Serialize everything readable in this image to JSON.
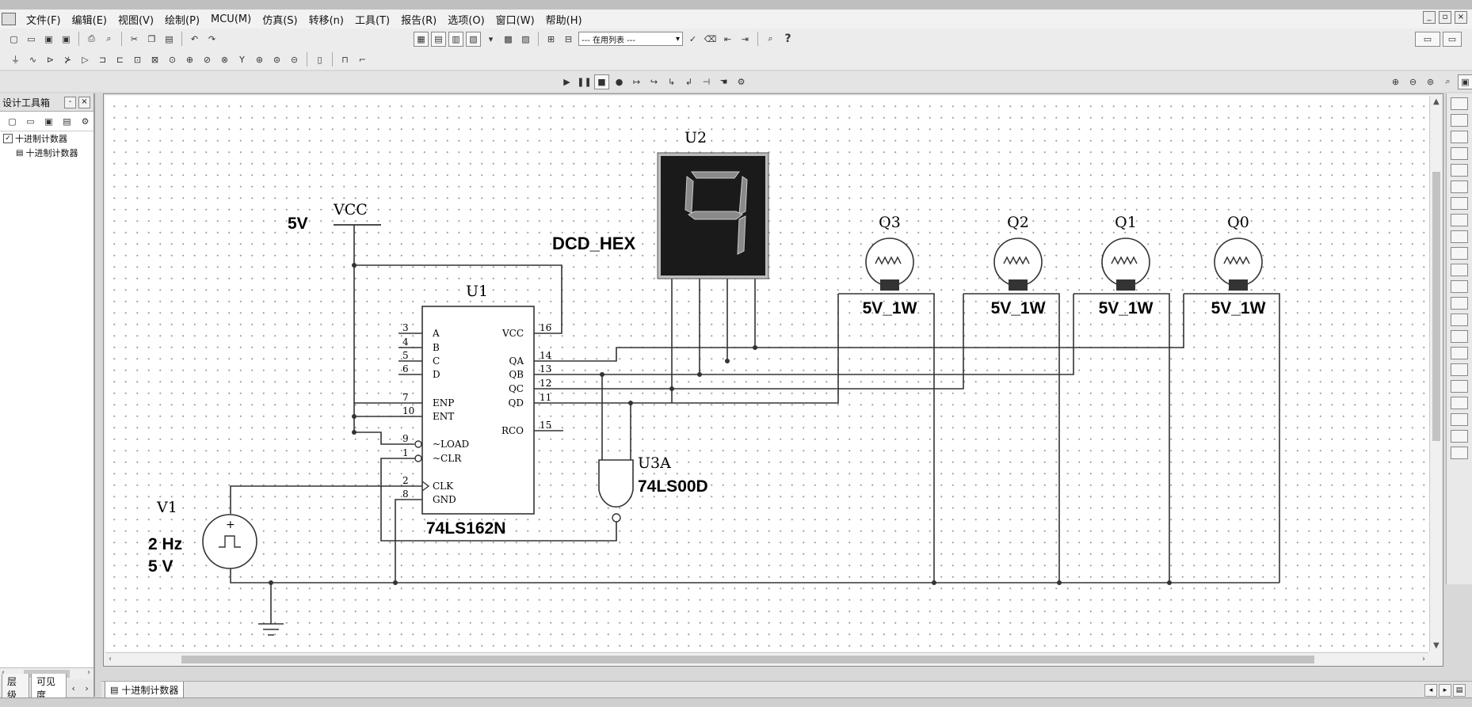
{
  "menu": {
    "items": [
      "文件(F)",
      "编辑(E)",
      "视图(V)",
      "绘制(P)",
      "MCU(M)",
      "仿真(S)",
      "转移(n)",
      "工具(T)",
      "报告(R)",
      "选项(O)",
      "窗口(W)",
      "帮助(H)"
    ]
  },
  "toolbar": {
    "dropdown_value": "--- 在用列表 ---",
    "help_label": "?"
  },
  "left_panel": {
    "title": "设计工具箱",
    "tree_root": "十进制计数器",
    "tree_child": "十进制计数器",
    "tab_hierarchy": "层级",
    "tab_visibility": "可见度"
  },
  "sheet_tab": "十进制计数器",
  "schematic": {
    "supply_value": "5V",
    "supply_name": "VCC",
    "display_ref": "U2",
    "display_model": "DCD_HEX",
    "display_digit": "9",
    "counter_ref": "U1",
    "counter_model": "74LS162N",
    "counter_pins_left": [
      {
        "num": "3",
        "name": "A"
      },
      {
        "num": "4",
        "name": "B"
      },
      {
        "num": "5",
        "name": "C"
      },
      {
        "num": "6",
        "name": "D"
      },
      {
        "num": "7",
        "name": "ENP"
      },
      {
        "num": "10",
        "name": "ENT"
      },
      {
        "num": "9",
        "name": "~LOAD"
      },
      {
        "num": "1",
        "name": "~CLR"
      },
      {
        "num": "2",
        "name": "CLK"
      },
      {
        "num": "8",
        "name": "GND"
      }
    ],
    "counter_pins_right": [
      {
        "num": "16",
        "name": "VCC"
      },
      {
        "num": "14",
        "name": "QA"
      },
      {
        "num": "13",
        "name": "QB"
      },
      {
        "num": "12",
        "name": "QC"
      },
      {
        "num": "11",
        "name": "QD"
      },
      {
        "num": "15",
        "name": "RCO"
      }
    ],
    "gate_ref": "U3A",
    "gate_model": "74LS00D",
    "source_ref": "V1",
    "source_freq": "2 Hz",
    "source_amp": "5 V",
    "source_plus": "+",
    "lamps": [
      {
        "ref": "Q3",
        "value": "5V_1W"
      },
      {
        "ref": "Q2",
        "value": "5V_1W"
      },
      {
        "ref": "Q1",
        "value": "5V_1W"
      },
      {
        "ref": "Q0",
        "value": "5V_1W"
      }
    ]
  },
  "colors": {
    "wire": "#333333",
    "display_bg": "#1a1a1a",
    "segment_on": "#8a8a8a"
  }
}
